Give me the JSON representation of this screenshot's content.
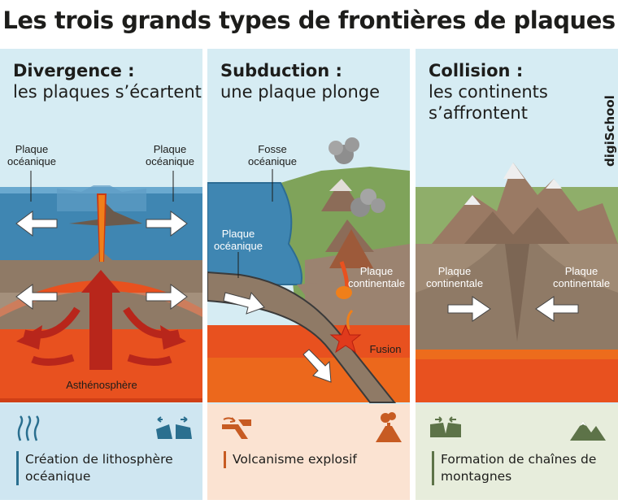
{
  "title": "Les trois grands types de frontières de plaques",
  "brand": "digiSchool",
  "panels": [
    {
      "heading": "Divergence :",
      "subheading": "les plaques s’écartent",
      "labels": [
        "Plaque océanique",
        "Plaque océanique",
        "Asthénosphère"
      ],
      "footer": "Création de lithosphère océanique"
    },
    {
      "heading": "Subduction :",
      "subheading": "une plaque plonge",
      "labels": [
        "Fosse océanique",
        "Plaque océanique",
        "Plaque continentale",
        "Fusion"
      ],
      "footer": "Volcanisme explosif"
    },
    {
      "heading": "Collision :",
      "subheading": "les continents s’affrontent",
      "labels": [
        "Plaque continentale",
        "Plaque continentale"
      ],
      "footer": "Formation de chaînes de montagnes"
    }
  ],
  "colors": {
    "sky": "#d6ecf3",
    "ocean": "#3f86b2",
    "lithosphere": "#8f7a66",
    "asthenosphere": "#e8511f",
    "magma": "#f07f1a",
    "footer_blue": "#cfe6f1",
    "footer_orange": "#fbe3d2",
    "footer_green": "#e7eddc"
  }
}
